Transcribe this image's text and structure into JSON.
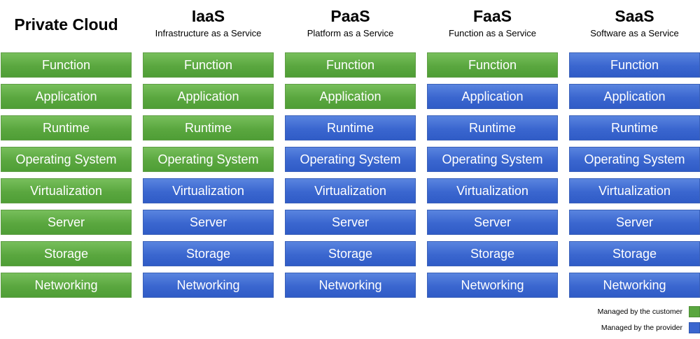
{
  "columns": [
    {
      "title": "Private Cloud",
      "subtitle": "",
      "layers": [
        {
          "label": "Function",
          "managed_by": "customer"
        },
        {
          "label": "Application",
          "managed_by": "customer"
        },
        {
          "label": "Runtime",
          "managed_by": "customer"
        },
        {
          "label": "Operating System",
          "managed_by": "customer"
        },
        {
          "label": "Virtualization",
          "managed_by": "customer"
        },
        {
          "label": "Server",
          "managed_by": "customer"
        },
        {
          "label": "Storage",
          "managed_by": "customer"
        },
        {
          "label": "Networking",
          "managed_by": "customer"
        }
      ]
    },
    {
      "title": "IaaS",
      "subtitle": "Infrastructure as a Service",
      "layers": [
        {
          "label": "Function",
          "managed_by": "customer"
        },
        {
          "label": "Application",
          "managed_by": "customer"
        },
        {
          "label": "Runtime",
          "managed_by": "customer"
        },
        {
          "label": "Operating System",
          "managed_by": "customer"
        },
        {
          "label": "Virtualization",
          "managed_by": "provider"
        },
        {
          "label": "Server",
          "managed_by": "provider"
        },
        {
          "label": "Storage",
          "managed_by": "provider"
        },
        {
          "label": "Networking",
          "managed_by": "provider"
        }
      ]
    },
    {
      "title": "PaaS",
      "subtitle": "Platform as a Service",
      "layers": [
        {
          "label": "Function",
          "managed_by": "customer"
        },
        {
          "label": "Application",
          "managed_by": "customer"
        },
        {
          "label": "Runtime",
          "managed_by": "provider"
        },
        {
          "label": "Operating System",
          "managed_by": "provider"
        },
        {
          "label": "Virtualization",
          "managed_by": "provider"
        },
        {
          "label": "Server",
          "managed_by": "provider"
        },
        {
          "label": "Storage",
          "managed_by": "provider"
        },
        {
          "label": "Networking",
          "managed_by": "provider"
        }
      ]
    },
    {
      "title": "FaaS",
      "subtitle": "Function as a Service",
      "layers": [
        {
          "label": "Function",
          "managed_by": "customer"
        },
        {
          "label": "Application",
          "managed_by": "provider"
        },
        {
          "label": "Runtime",
          "managed_by": "provider"
        },
        {
          "label": "Operating System",
          "managed_by": "provider"
        },
        {
          "label": "Virtualization",
          "managed_by": "provider"
        },
        {
          "label": "Server",
          "managed_by": "provider"
        },
        {
          "label": "Storage",
          "managed_by": "provider"
        },
        {
          "label": "Networking",
          "managed_by": "provider"
        }
      ]
    },
    {
      "title": "SaaS",
      "subtitle": "Software as a Service",
      "layers": [
        {
          "label": "Function",
          "managed_by": "provider"
        },
        {
          "label": "Application",
          "managed_by": "provider"
        },
        {
          "label": "Runtime",
          "managed_by": "provider"
        },
        {
          "label": "Operating System",
          "managed_by": "provider"
        },
        {
          "label": "Virtualization",
          "managed_by": "provider"
        },
        {
          "label": "Server",
          "managed_by": "provider"
        },
        {
          "label": "Storage",
          "managed_by": "provider"
        },
        {
          "label": "Networking",
          "managed_by": "provider"
        }
      ]
    }
  ],
  "legend": {
    "customer": {
      "label": "Managed by the customer",
      "color": "#5aa73f"
    },
    "provider": {
      "label": "Managed by the provider",
      "color": "#3a66cf"
    }
  }
}
